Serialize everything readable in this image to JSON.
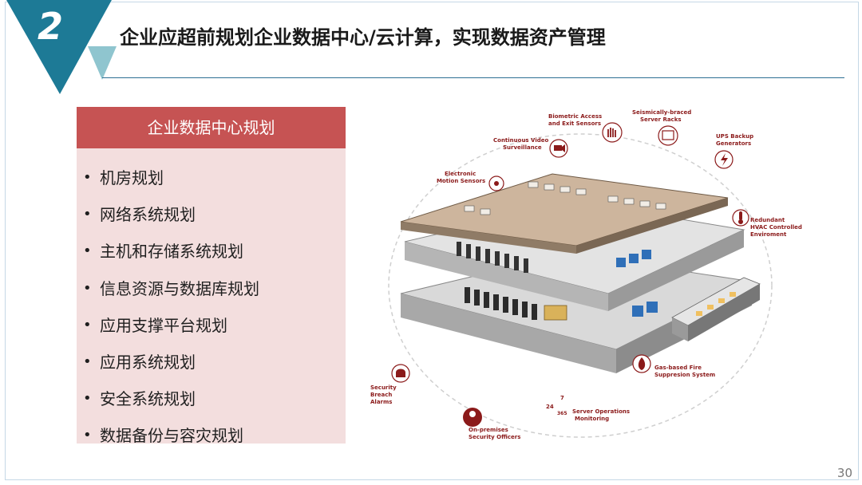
{
  "header": {
    "section_number": "2",
    "title": "企业应超前规划企业数据中心/云计算，实现数据资产管理"
  },
  "panel": {
    "heading": "企业数据中心规划",
    "items": [
      "机房规划",
      "网络系统规划",
      "主机和存储系统规划",
      "信息资源与数据库规划",
      "应用支撑平台规划",
      "应用系统规划",
      "安全系统规划",
      "数据备份与容灾规划"
    ]
  },
  "illustration": {
    "callouts": {
      "biometric": [
        "Biometric Access",
        "and Exit Sensors"
      ],
      "racks": [
        "Seismically-braced",
        "Server Racks"
      ],
      "ups": [
        "UPS Backup",
        "Generators"
      ],
      "video": [
        "Continuous Video",
        "Surveillance"
      ],
      "motion": [
        "Electronic",
        "Motion Sensors"
      ],
      "hvac": [
        "Redundant",
        "HVAC Controlled",
        "Enviroment"
      ],
      "fire": [
        "Gas-based Fire",
        "Suppresion System"
      ],
      "breach": [
        "Security",
        "Breach",
        "Alarms"
      ],
      "ops": [
        "Server Operations",
        "Monitoring"
      ],
      "officers": [
        "On-premises",
        "Security Officers"
      ]
    },
    "ops_badge": [
      "24",
      "7",
      "365"
    ]
  },
  "footer": {
    "page_number": "30"
  },
  "colors": {
    "accent_teal": "#1d7a96",
    "accent_light_teal": "#8fc5cf",
    "panel_header": "#c65353",
    "panel_body": "#f3dede",
    "callout_red": "#8b1a1a"
  }
}
